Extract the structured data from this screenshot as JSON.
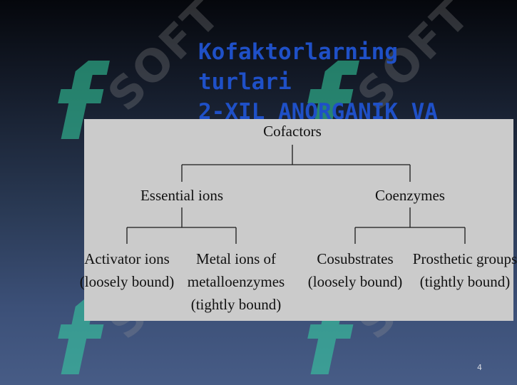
{
  "slide": {
    "title_lines": [
      "Kofaktorlarning",
      "turlari",
      "2-XIL ANORGANIK VA"
    ],
    "page_number": "4"
  },
  "diagram": {
    "root": "Cofactors",
    "branches": [
      {
        "label": "Essential ions",
        "children": [
          {
            "lines": [
              "Activator ions",
              "(loosely bound)"
            ]
          },
          {
            "lines": [
              "Metal ions of",
              "metalloenzymes",
              "(tightly bound)"
            ]
          }
        ]
      },
      {
        "label": "Coenzymes",
        "children": [
          {
            "lines": [
              "Cosubstrates",
              "(loosely bound)"
            ]
          },
          {
            "lines": [
              "Prosthetic groups",
              "(tightly bound)"
            ]
          }
        ]
      }
    ]
  },
  "watermark": {
    "text": "SOFT",
    "logo_color": "#34d6a4"
  }
}
